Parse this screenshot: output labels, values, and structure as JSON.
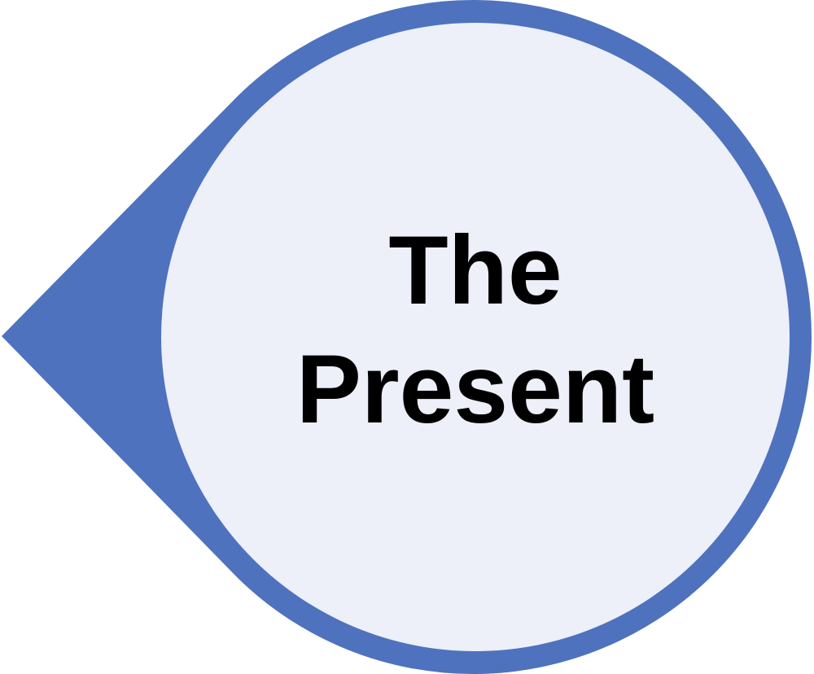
{
  "callout": {
    "lines": [
      "The",
      "Present"
    ],
    "colors": {
      "ring": "#4E72BE",
      "fill": "#EDEFF9",
      "text": "#000000",
      "background": "#FFFFFF"
    },
    "shape": "teardrop-circle-pointing-left"
  }
}
